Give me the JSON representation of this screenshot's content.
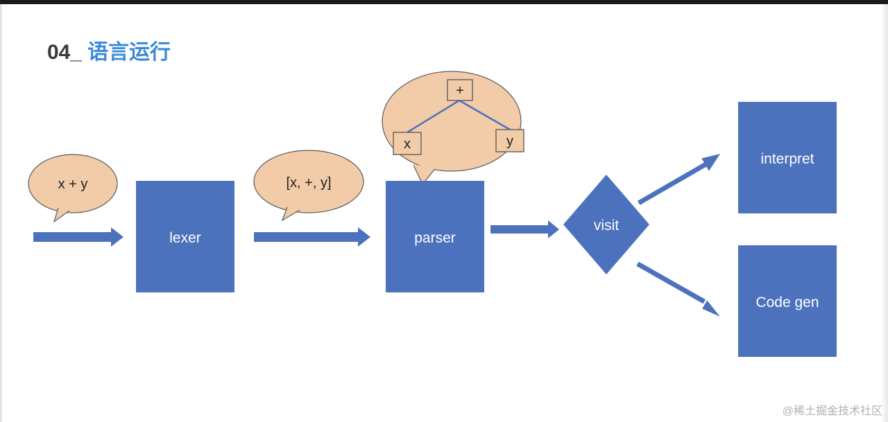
{
  "heading": {
    "number": "04_",
    "title": "语言运行"
  },
  "diagram": {
    "source_bubble": "x + y",
    "tokens_bubble": "[x, +, y]",
    "lexer_label": "lexer",
    "parser_label": "parser",
    "visit_label": "visit",
    "interpret_label": "interpret",
    "codegen_label": "Code gen",
    "ast": {
      "root": "+",
      "left": "x",
      "right": "y"
    }
  },
  "colors": {
    "box_fill": "#4d72bd",
    "arrow_fill": "#4d72bd",
    "bubble_fill": "#f2cba9",
    "bubble_stroke": "#5a5a5a",
    "title_blue": "#3c8ad9"
  },
  "watermark": "@稀土掘金技术社区"
}
